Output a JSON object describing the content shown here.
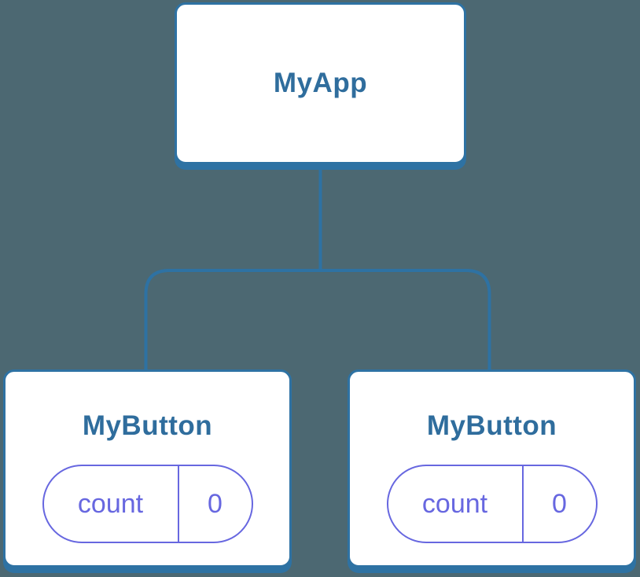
{
  "theme": {
    "bg_color": "#4c6872",
    "node_fill": "#ffffff",
    "line_color": "#2e72a3",
    "title_color": "#2f6d9d",
    "state_color": "#6767e0"
  },
  "diagram": {
    "type": "component-tree",
    "root": {
      "label": "MyApp"
    },
    "children": [
      {
        "label": "MyButton",
        "state": {
          "key": "count",
          "value": "0"
        }
      },
      {
        "label": "MyButton",
        "state": {
          "key": "count",
          "value": "0"
        }
      }
    ]
  }
}
